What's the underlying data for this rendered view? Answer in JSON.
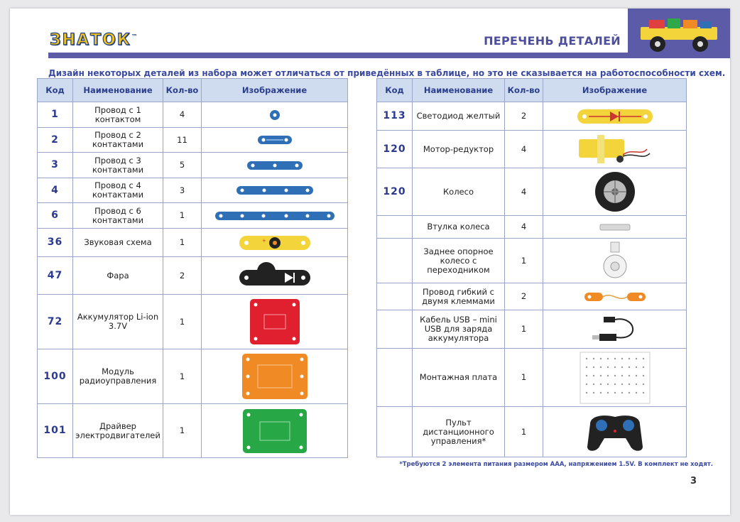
{
  "header": {
    "logo": "ЗНАТОК",
    "logo_tm": "™",
    "title": "ПЕРЕЧЕНЬ ДЕТАЛЕЙ"
  },
  "intro": "Дизайн некоторых деталей из набора может отличаться от приведённых в таблице, но это не сказывается на работоспособности схем.",
  "columns": [
    "Код",
    "Наименование",
    "Кол-во",
    "Изображение"
  ],
  "left_table": [
    {
      "code": "1",
      "name": "Провод с 1 контактом",
      "qty": "4",
      "icon": "wire-1-contact"
    },
    {
      "code": "2",
      "name": "Провод с 2 контактами",
      "qty": "11",
      "icon": "wire-2-contacts"
    },
    {
      "code": "3",
      "name": "Провод с 3 контактами",
      "qty": "5",
      "icon": "wire-3-contacts"
    },
    {
      "code": "4",
      "name": "Провод с 4 контактами",
      "qty": "3",
      "icon": "wire-4-contacts"
    },
    {
      "code": "6",
      "name": "Провод с 6 контактами",
      "qty": "1",
      "icon": "wire-6-contacts"
    },
    {
      "code": "36",
      "name": "Звуковая схема",
      "qty": "1",
      "icon": "sound-module"
    },
    {
      "code": "47",
      "name": "Фара",
      "qty": "2",
      "icon": "headlight"
    },
    {
      "code": "72",
      "name": "Аккумулятор Li-ion 3.7V",
      "qty": "1",
      "icon": "battery"
    },
    {
      "code": "100",
      "name": "Модуль радиоуправления",
      "qty": "1",
      "icon": "radio-module"
    },
    {
      "code": "101",
      "name": "Драйвер электродвигателей",
      "qty": "1",
      "icon": "motor-driver"
    }
  ],
  "right_table": [
    {
      "code": "113",
      "name": "Светодиод желтый",
      "qty": "2",
      "icon": "yellow-led"
    },
    {
      "code": "120",
      "name": "Мотор-редуктор",
      "qty": "4",
      "icon": "gear-motor"
    },
    {
      "code": "120",
      "name": "Колесо",
      "qty": "4",
      "icon": "wheel"
    },
    {
      "code": "",
      "name": "Втулка колеса",
      "qty": "4",
      "icon": "wheel-hub"
    },
    {
      "code": "",
      "name": "Заднее опорное колесо с переходником",
      "qty": "1",
      "icon": "caster-wheel"
    },
    {
      "code": "",
      "name": "Провод гибкий с двумя клеммами",
      "qty": "2",
      "icon": "flexible-wire"
    },
    {
      "code": "",
      "name": "Кабель USB – mini USB для заряда аккумулятора",
      "qty": "1",
      "icon": "usb-cable"
    },
    {
      "code": "",
      "name": "Монтажная плата",
      "qty": "1",
      "icon": "mounting-board"
    },
    {
      "code": "",
      "name": "Пульт дистанционного управления*",
      "qty": "1",
      "icon": "remote-control"
    }
  ],
  "footnote": "*Требуются 2 элемента питания размером ААА, напряжением 1.5V. В комплект не ходят.",
  "page_number": "3",
  "colors": {
    "accent": "#5b5ba7",
    "header_cell": "#cfdcef",
    "code_text": "#2b3990",
    "wire": "#2f6fb5"
  }
}
